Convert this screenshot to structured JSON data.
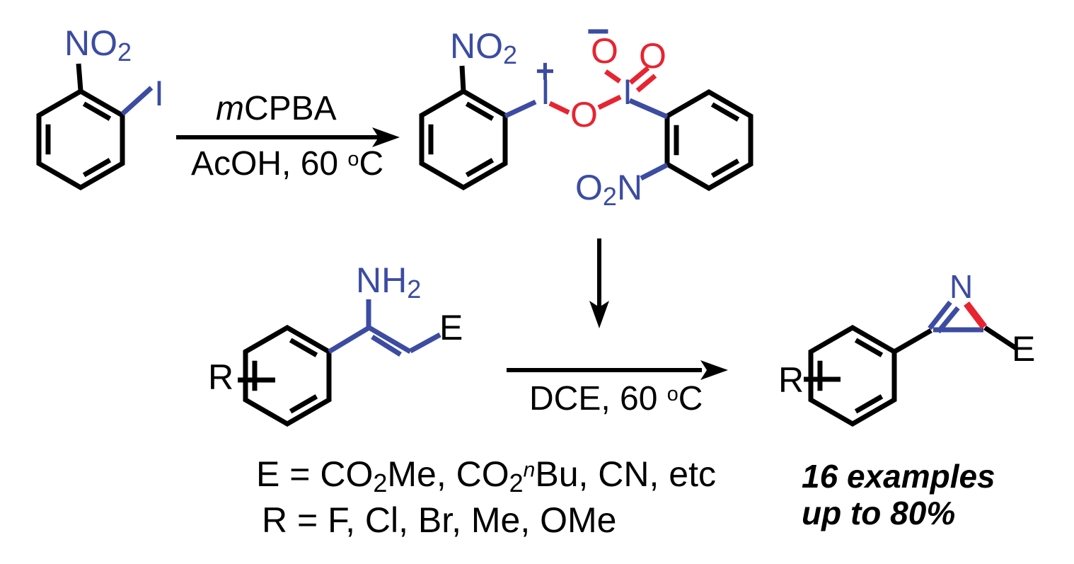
{
  "colors": {
    "carbon_black": "#000000",
    "heteroatom_blue": "#3B4CA2",
    "oxygen_red": "#E72430",
    "background": "#FFFFFF"
  },
  "reactant": {
    "nitro": "NO",
    "nitro_sub": "2",
    "iodine": "I"
  },
  "step1": {
    "reagent_prefix_italic": "m",
    "reagent": "CPBA",
    "conditions": "AcOH, 60 ",
    "degree": "o",
    "unit": "C"
  },
  "intermediate": {
    "nitro_left": "NO",
    "nitro_left_sub": "2",
    "plus_charge": "+",
    "minus_charge": "−",
    "iodine_left": "I",
    "iodine_right": "I",
    "oxide_oxygen": "O",
    "double_bond_oxygen": "O",
    "bridge_oxygen": "O",
    "nitro_right_o": "O",
    "nitro_right_sub": "2",
    "nitro_right_n": "N"
  },
  "enamine": {
    "amine": "NH",
    "amine_sub": "2",
    "ester_group": "E",
    "substituent": "R"
  },
  "step2": {
    "conditions": "DCE, 60 ",
    "degree": "o",
    "unit": "C"
  },
  "product": {
    "nitrogen": "N",
    "ester_group": "E",
    "substituent": "R"
  },
  "legend": {
    "e_part1": "E = CO",
    "e_sub1": "2",
    "e_part2": "Me, CO",
    "e_sub2": "2",
    "e_sup_n": "n",
    "e_part3": "Bu, CN, etc",
    "r_line": "R = F, Cl, Br, Me, OMe"
  },
  "results": {
    "examples": "16 examples",
    "yield": "up to 80%"
  }
}
